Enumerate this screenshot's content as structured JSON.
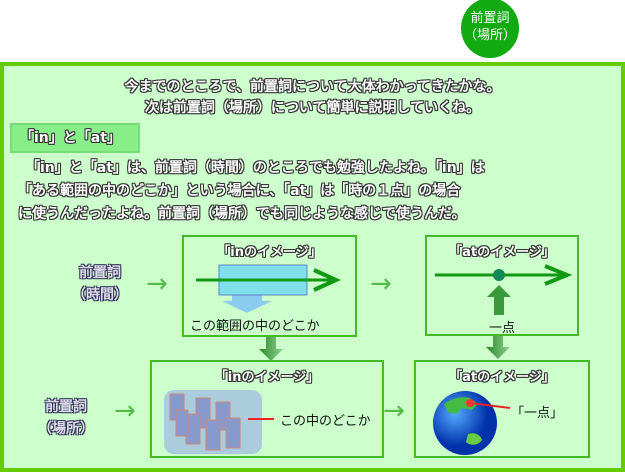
{
  "badge": {
    "line1": "前置詞",
    "line2": "（場所）"
  },
  "intro": [
    "今までのところで、前置詞について大体わかってきたかな。",
    "次は前置詞（場所）について簡単に説明していくね。"
  ],
  "section_label": "「in」と「at」",
  "paragraph": [
    "「in」と「at」は、前置詞（時間）のところでも勉強したよね。「in」は",
    "「ある範囲の中のどこか」という場合に、「at」は「時の１点」の場合",
    "に使うんだったよね。前置詞（場所）でも同じような感じで使うんだ。"
  ],
  "rows": {
    "time": {
      "label1": "前置詞",
      "label2": "（時間）"
    },
    "place": {
      "label1": "前置詞",
      "label2": "（場所）"
    }
  },
  "boxes": {
    "in_time": {
      "title": "「inのイメージ」",
      "caption": "この範囲の中のどこか"
    },
    "at_time": {
      "title": "「atのイメージ」",
      "caption": "一点"
    },
    "in_place": {
      "title": "「inのイメージ」",
      "caption": "この中のどこか"
    },
    "at_place": {
      "title": "「atのイメージ」",
      "caption": "「一点」"
    }
  },
  "arrow_glyph": "→"
}
